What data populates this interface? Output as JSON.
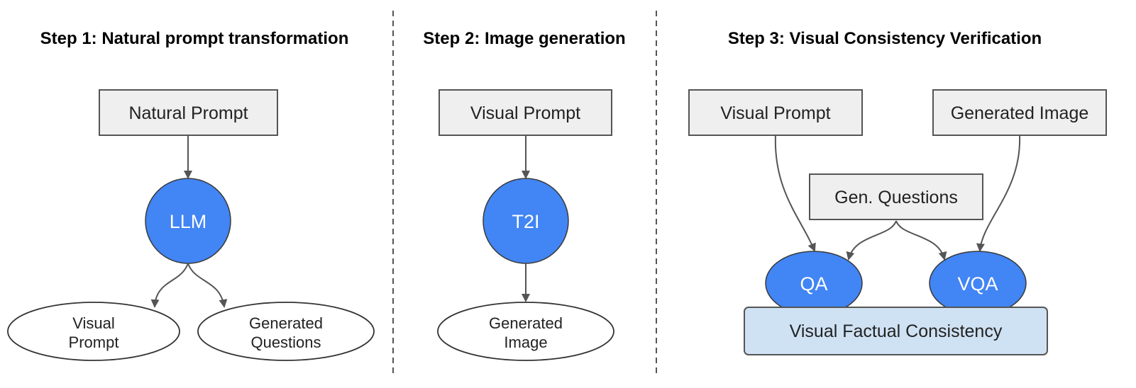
{
  "step1": {
    "title": "Step 1: Natural prompt transformation",
    "input_box": "Natural Prompt",
    "node": "LLM",
    "outputs": [
      {
        "line1": "Visual",
        "line2": "Prompt"
      },
      {
        "line1": "Generated",
        "line2": "Questions"
      }
    ]
  },
  "step2": {
    "title": "Step 2: Image generation",
    "input_box": "Visual Prompt",
    "node": "T2I",
    "output": {
      "line1": "Generated",
      "line2": "Image"
    }
  },
  "step3": {
    "title": "Step 3: Visual Consistency Verification",
    "left_box": "Visual Prompt",
    "right_box": "Generated Image",
    "middle_box": "Gen. Questions",
    "left_node": "QA",
    "right_node": "VQA",
    "bottom_box": "Visual Factual Consistency"
  },
  "colors": {
    "node_fill": "#4285f4",
    "box_fill": "#efefef",
    "result_fill": "#cfe2f3"
  }
}
